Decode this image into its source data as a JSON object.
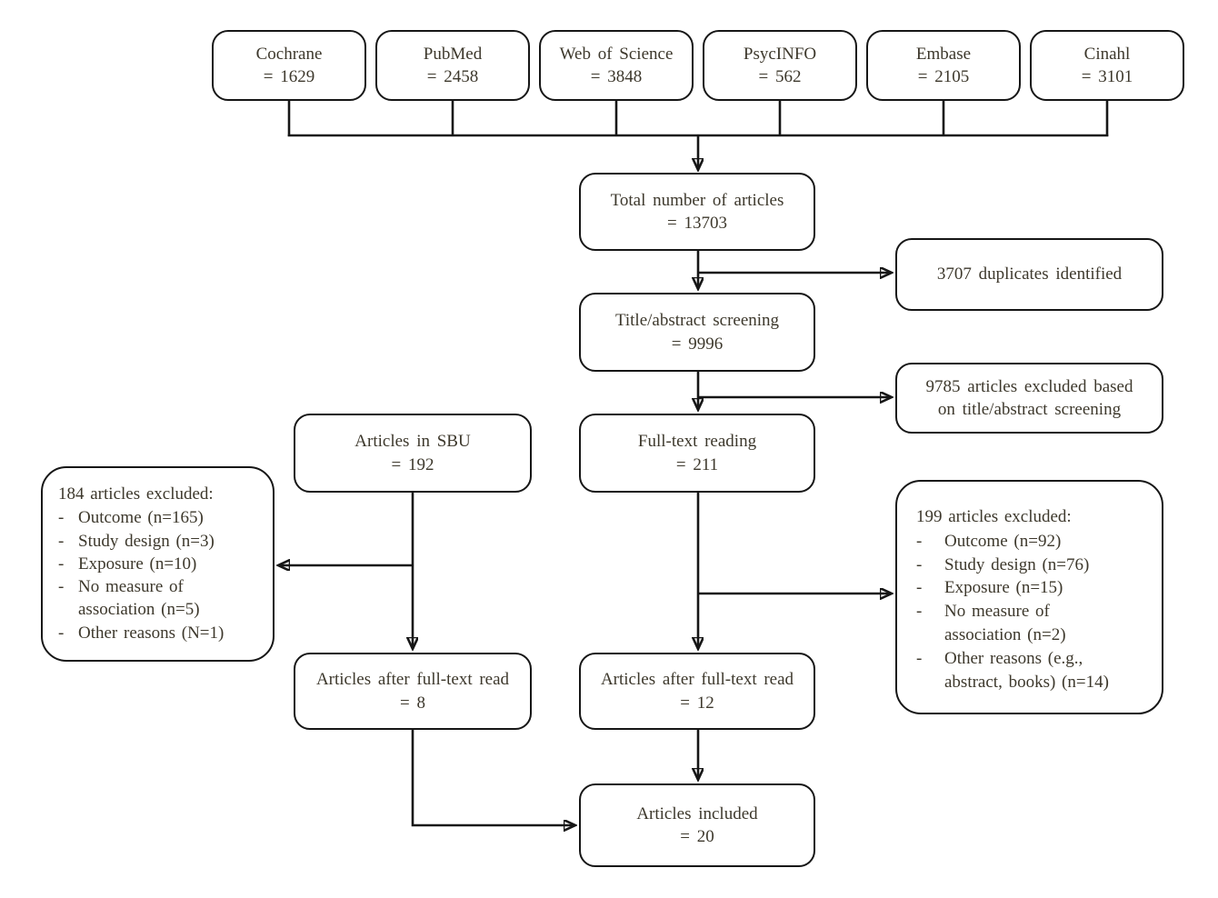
{
  "diagram": {
    "sources": [
      {
        "label": "Cochrane",
        "value": "= 1629"
      },
      {
        "label": "PubMed",
        "value": "= 2458"
      },
      {
        "label": "Web of Science",
        "value": "= 3848"
      },
      {
        "label": "PsycINFO",
        "value": "= 562"
      },
      {
        "label": "Embase",
        "value": "= 2105"
      },
      {
        "label": "Cinahl",
        "value": "= 3101"
      }
    ],
    "total": {
      "label": "Total number of articles",
      "value": "= 13703"
    },
    "duplicates": {
      "text": "3707 duplicates identified"
    },
    "screening": {
      "label": "Title/abstract screening",
      "value": "= 9996"
    },
    "screening_excluded": {
      "text": "9785 articles excluded based\non title/abstract screening"
    },
    "sbu": {
      "label": "Articles in SBU",
      "value": "= 192"
    },
    "fulltext": {
      "label": "Full-text reading",
      "value": "= 211"
    },
    "excluded_left": {
      "title": "184 articles excluded:",
      "bullet": "-",
      "items": [
        "Outcome (n=165)",
        "Study design (n=3)",
        "Exposure (n=10)",
        "No measure of\nassociation (n=5)",
        "Other reasons (N=1)"
      ]
    },
    "excluded_right": {
      "title": "199 articles excluded:",
      "bullet": "-",
      "items": [
        "Outcome (n=92)",
        "Study design (n=76)",
        "Exposure (n=15)",
        "No measure of\nassociation (n=2)",
        "Other reasons (e.g.,\nabstract, books) (n=14)"
      ]
    },
    "after_left": {
      "label": "Articles after full-text read",
      "value": "= 8"
    },
    "after_center": {
      "label": "Articles after full-text read",
      "value": "= 12"
    },
    "included": {
      "label": "Articles included",
      "value": "= 20"
    }
  }
}
